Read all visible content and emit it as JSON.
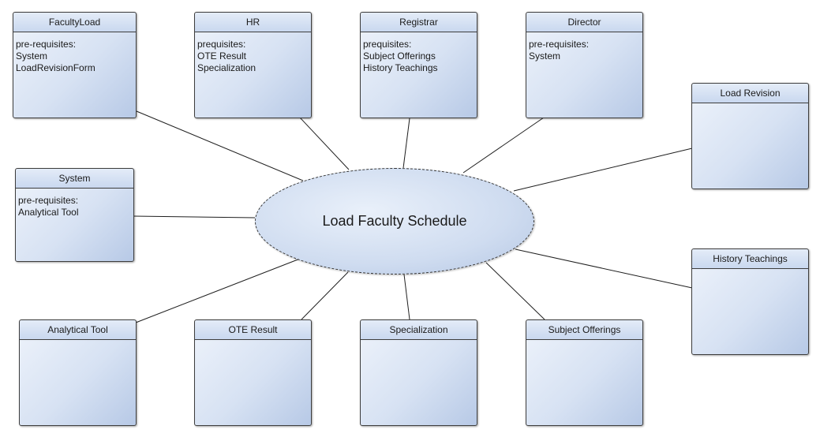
{
  "central": {
    "label": "Load Faculty Schedule"
  },
  "boxes": {
    "facultyload": {
      "title": "FacultyLoad",
      "lines": [
        "pre-requisites:",
        "System",
        "LoadRevisionForm"
      ]
    },
    "hr": {
      "title": "HR",
      "lines": [
        "prequisites:",
        "OTE Result",
        "Specialization"
      ]
    },
    "registrar": {
      "title": "Registrar",
      "lines": [
        "prequisites:",
        "Subject Offerings",
        "History Teachings"
      ]
    },
    "director": {
      "title": "Director",
      "lines": [
        "pre-requisites:",
        "System"
      ]
    },
    "load_revision": {
      "title": "Load Revision",
      "lines": []
    },
    "system": {
      "title": "System",
      "lines": [
        "pre-requisites:",
        "Analytical Tool"
      ]
    },
    "history_teachings": {
      "title": "History Teachings",
      "lines": []
    },
    "analytical_tool": {
      "title": "Analytical Tool",
      "lines": []
    },
    "ote_result": {
      "title": "OTE Result",
      "lines": []
    },
    "specialization": {
      "title": "Specialization",
      "lines": []
    },
    "subject_offerings": {
      "title": "Subject Offerings",
      "lines": []
    }
  }
}
